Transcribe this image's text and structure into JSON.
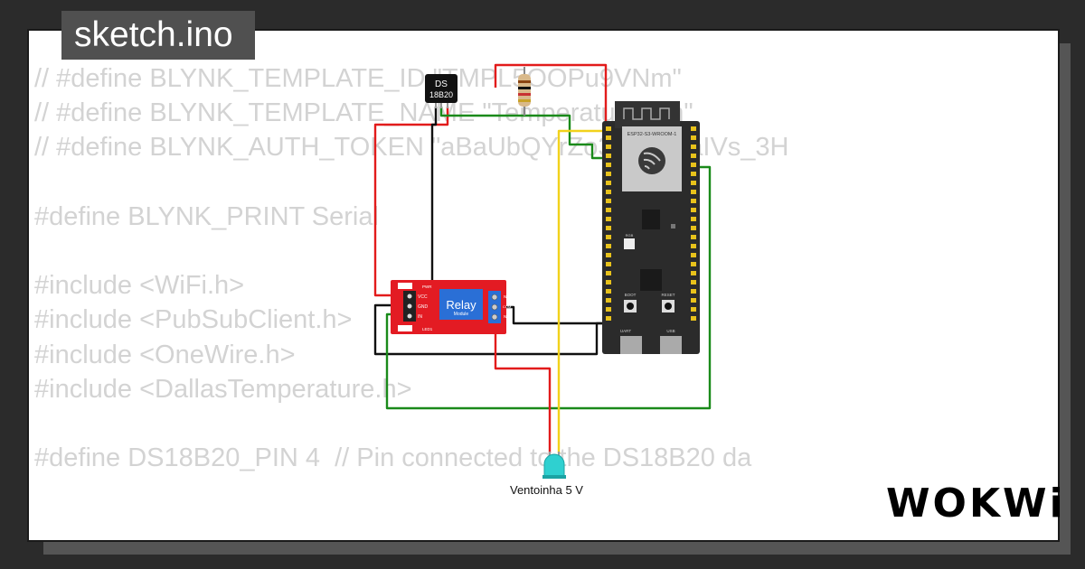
{
  "tab": {
    "title": "sketch.ino"
  },
  "code": {
    "lines": [
      "// #define BLYNK_TEMPLATE_ID \"TMPL5OOPu9VNm\"",
      "// #define BLYNK_TEMPLATE_NAME \"TemperatureFan\"",
      "// #define BLYNK_AUTH_TOKEN \"aBaUbQYrZo3EMI56aIVs_3H",
      "",
      "#define BLYNK_PRINT Serial",
      "",
      "#include <WiFi.h>",
      "#include <PubSubClient.h>",
      "#include <OneWire.h>",
      "#include <DallasTemperature.h>",
      "",
      "#define DS18B20_PIN 4  // Pin connected to the DS18B20 da"
    ]
  },
  "sensor": {
    "line1": "DS",
    "line2": "18B20"
  },
  "relay": {
    "title": "Relay",
    "subtitle": "Module",
    "pins": [
      "VCC",
      "GND",
      "IN"
    ],
    "leds": [
      "PWR",
      "LED1"
    ],
    "terminals": [
      "NC",
      "COM",
      "NO"
    ]
  },
  "board": {
    "name": "ESP32-S3-WROOM-1",
    "buttons": [
      "BOOT",
      "RESET"
    ],
    "leds": [
      "RGB"
    ],
    "usb": [
      "UART",
      "USB"
    ]
  },
  "fan": {
    "label": "Ventoinha 5 V"
  },
  "logo": {
    "text": "WOKWi"
  }
}
